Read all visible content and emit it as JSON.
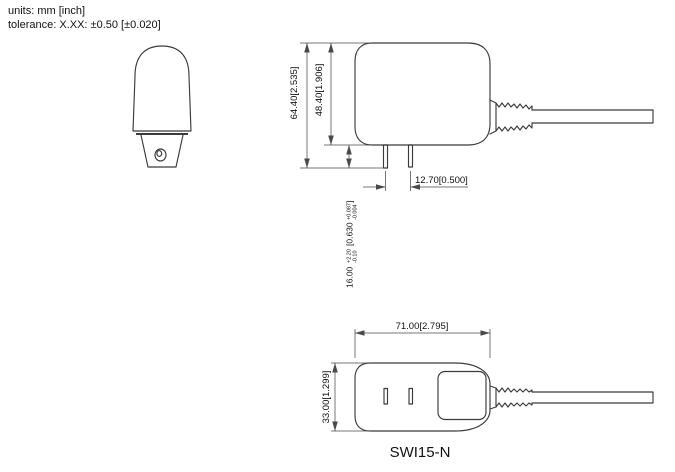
{
  "header": {
    "units_label": "units: mm [inch]",
    "tolerance_label": "tolerance: X.XX: ±0.50 [±0.020]"
  },
  "drawing": {
    "title": "SWI15-N",
    "dimensions": {
      "overall_height": "64.40[2.535]",
      "body_height": "48.40[1.906]",
      "pin_length_value": "16.00",
      "pin_length_tol_plus": "+2.20",
      "pin_length_tol_minus": "-0.10",
      "pin_length_inch_value": "[0.630",
      "pin_length_inch_tol_plus": "+0.087",
      "pin_length_inch_tol_minus": "-0.004",
      "pin_length_inch_close": "]",
      "pin_spacing": "12.70[0.500]",
      "body_length": "71.00[2.795]",
      "body_width": "33.00[1.299]"
    }
  },
  "colors": {
    "line": "#3b3b3b",
    "text": "#111111",
    "background": "#ffffff"
  }
}
